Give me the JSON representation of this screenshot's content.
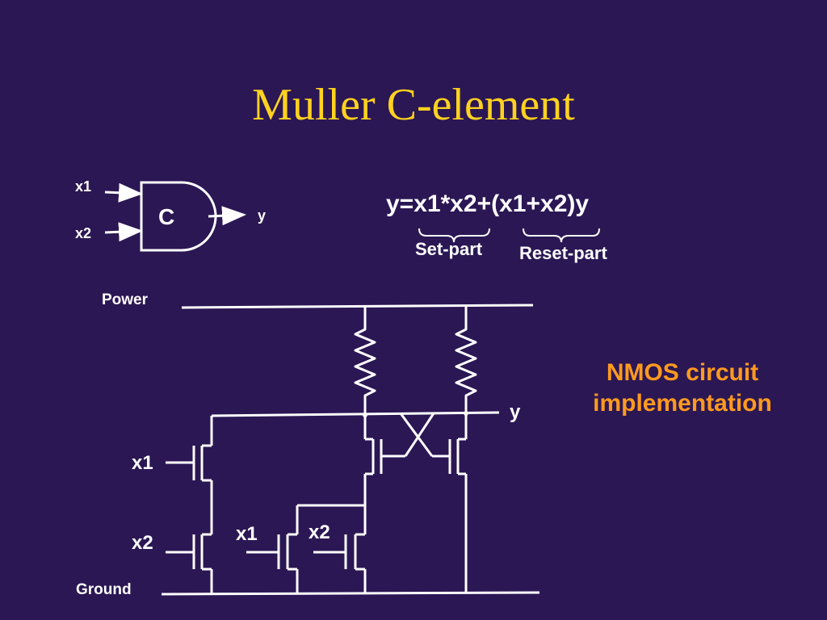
{
  "title": "Muller C-element",
  "gate": {
    "symbol": "C",
    "input1": "x1",
    "input2": "x2",
    "output": "y"
  },
  "equation": {
    "text": "y=x1*x2+(x1+x2)y",
    "set_label": "Set-part",
    "reset_label": "Reset-part"
  },
  "circuit": {
    "power_label": "Power",
    "ground_label": "Ground",
    "output_label": "y",
    "t1_label": "x1",
    "t2_label": "x2",
    "t3_label": "x1",
    "t4_label": "x2"
  },
  "caption": {
    "line1": "NMOS circuit",
    "line2": "implementation",
    "color": "#ff9a1f"
  },
  "colors": {
    "background": "#2b1754",
    "title": "#ffd21f",
    "lines": "#ffffff"
  }
}
